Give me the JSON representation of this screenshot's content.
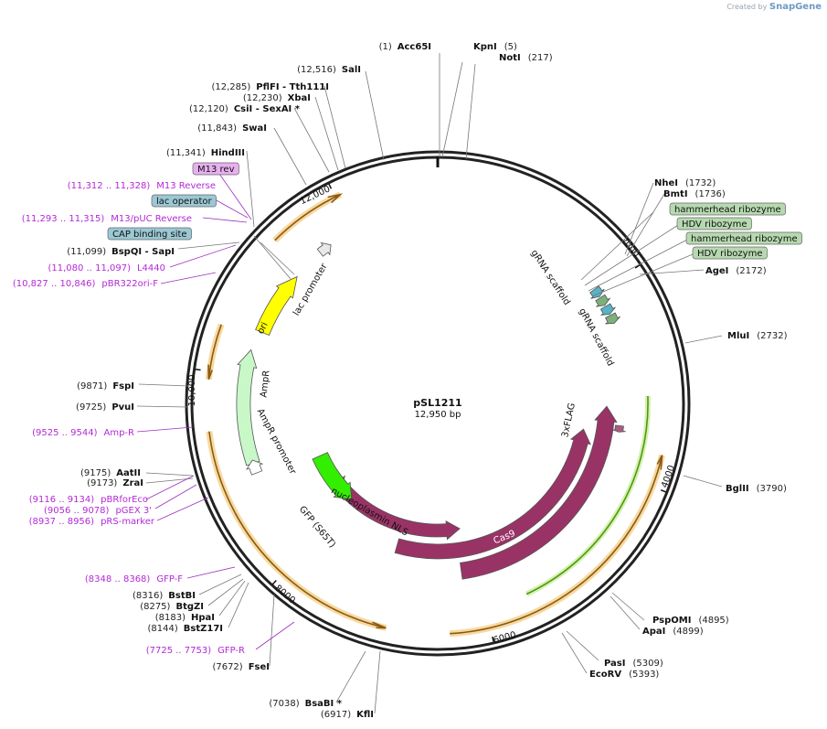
{
  "credit": {
    "prefix": "Created by",
    "brand": "SnapGene"
  },
  "plasmid": {
    "name": "pSL1211",
    "length": "12,950 bp"
  },
  "ticks": [
    "2000",
    "4000",
    "6000",
    "8000",
    "10,000",
    "12,000"
  ],
  "sites": [
    {
      "pos": "(1)",
      "name": "Acc65I"
    },
    {
      "pos": "(5)",
      "name": "KpnI"
    },
    {
      "pos": "(217)",
      "name": "NotI"
    },
    {
      "pos": "(1732)",
      "name": "NheI"
    },
    {
      "pos": "(1736)",
      "name": "BmtI"
    },
    {
      "pos": "(2172)",
      "name": "AgeI"
    },
    {
      "pos": "(2732)",
      "name": "MluI"
    },
    {
      "pos": "(3790)",
      "name": "BglII"
    },
    {
      "pos": "(4895)",
      "name": "PspOMI"
    },
    {
      "pos": "(4899)",
      "name": "ApaI"
    },
    {
      "pos": "(5309)",
      "name": "PasI"
    },
    {
      "pos": "(5393)",
      "name": "EcoRV"
    },
    {
      "pos": "(6917)",
      "name": "KflI"
    },
    {
      "pos": "(7038)",
      "name": "BsaBI *"
    },
    {
      "pos": "(7672)",
      "name": "FseI"
    },
    {
      "pos": "(8144)",
      "name": "BstZ17I"
    },
    {
      "pos": "(8183)",
      "name": "HpaI"
    },
    {
      "pos": "(8275)",
      "name": "BtgZI"
    },
    {
      "pos": "(8316)",
      "name": "BstBI"
    },
    {
      "pos": "(9173)",
      "name": "ZraI"
    },
    {
      "pos": "(9175)",
      "name": "AatII"
    },
    {
      "pos": "(9725)",
      "name": "PvuI"
    },
    {
      "pos": "(9871)",
      "name": "FspI"
    },
    {
      "pos": "(11,099)",
      "name": "BspQI",
      "extra": "- SapI"
    },
    {
      "pos": "(11,341)",
      "name": "HindIII"
    },
    {
      "pos": "(11,843)",
      "name": "SwaI"
    },
    {
      "pos": "(12,120)",
      "name": "CsiI",
      "extra": "- SexAI *"
    },
    {
      "pos": "(12,230)",
      "name": "XbaI"
    },
    {
      "pos": "(12,285)",
      "name": "PflFI",
      "extra": "- Tth111I"
    },
    {
      "pos": "(12,516)",
      "name": "SalI"
    }
  ],
  "primers": [
    {
      "pos": "(11,312 .. 11,328)",
      "name": "M13 Reverse"
    },
    {
      "pos": "(11,293 .. 11,315)",
      "name": "M13/pUC Reverse"
    },
    {
      "pos": "(11,080 .. 11,097)",
      "name": "L4440"
    },
    {
      "pos": "(10,827 .. 10,846)",
      "name": "pBR322ori-F"
    },
    {
      "pos": "(9525 .. 9544)",
      "name": "Amp-R"
    },
    {
      "pos": "(9116 .. 9134)",
      "name": "pBRforEco"
    },
    {
      "pos": "(9056 .. 9078)",
      "name": "pGEX 3'"
    },
    {
      "pos": "(8937 .. 8956)",
      "name": "pRS-marker"
    },
    {
      "pos": "(8348 .. 8368)",
      "name": "GFP-F"
    },
    {
      "pos": "(7725 .. 7753)",
      "name": "GFP-R"
    }
  ],
  "boxes": [
    {
      "name": "M13 rev",
      "color": "#e8b0f0"
    },
    {
      "name": "lac operator",
      "color": "#9bc8d4"
    },
    {
      "name": "CAP binding site",
      "color": "#9bc8d4"
    },
    {
      "name": "hammerhead ribozyme",
      "color": "#b6d9b0"
    },
    {
      "name": "HDV ribozyme",
      "color": "#b6d9b0"
    },
    {
      "name": "hammerhead ribozyme",
      "color": "#b6d9b0"
    },
    {
      "name": "HDV ribozyme",
      "color": "#b6d9b0"
    }
  ],
  "features": [
    {
      "name": "lac promoter"
    },
    {
      "name": "ori",
      "color": "#ffff00"
    },
    {
      "name": "AmpR",
      "color": "#c8f8c8"
    },
    {
      "name": "AmpR promoter"
    },
    {
      "name": "gRNA scaffold"
    },
    {
      "name": "gRNA scaffold"
    },
    {
      "name": "3xFLAG",
      "color": "#a85d82"
    },
    {
      "name": "Cas9",
      "color": "#993366"
    },
    {
      "name": "Cas9",
      "color": "#993366"
    },
    {
      "name": "nucleoplasmin NLS",
      "color": "#993366"
    },
    {
      "name": "GFP (S65T)",
      "color": "#33ee00"
    }
  ]
}
